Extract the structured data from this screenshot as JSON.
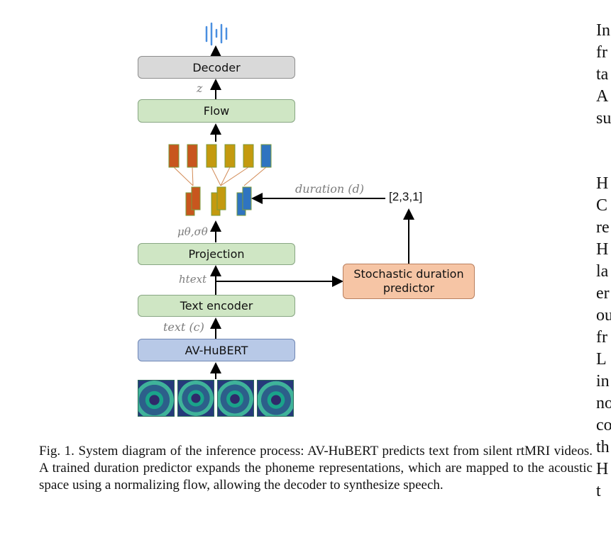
{
  "diagram": {
    "boxes": {
      "decoder": "Decoder",
      "flow": "Flow",
      "projection": "Projection",
      "text_encoder": "Text encoder",
      "av_hubert": "AV-HuBERT",
      "duration_predictor_line1": "Stochastic duration",
      "duration_predictor_line2": "predictor"
    },
    "labels": {
      "z": "z",
      "mu_sigma": "μθ,σθ",
      "h_text": "htext",
      "text_c": "text (c)",
      "duration_d": "duration (d)",
      "duration_values": "[2,3,1]"
    },
    "colors": {
      "orange_bar": "#c8561e",
      "gold_bar": "#c49a0f",
      "blue_bar": "#2f74c0",
      "wave": "#4a8fe0"
    }
  },
  "caption": "Fig. 1.  System diagram of the inference process: AV-HuBERT predicts text from silent rtMRI videos. A trained duration predictor expands the phoneme representations, which are mapped to the acoustic space using a normalizing flow, allowing the decoder to synthesize speech.",
  "side_column": [
    "In",
    "fr",
    "ta",
    "A",
    "su",
    "H",
    "C",
    "re",
    "H",
    "la",
    "er",
    "ou",
    "fr",
    "L",
    "in",
    "no",
    "co",
    "th",
    "H",
    "t"
  ]
}
